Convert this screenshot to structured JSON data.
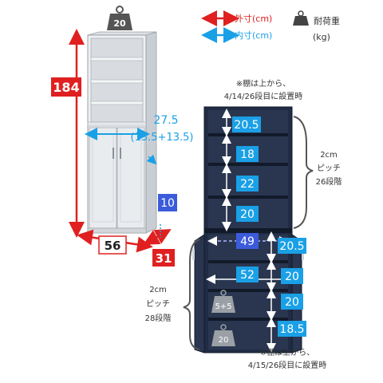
{
  "legend": {
    "outer_label": "外寸(cm)",
    "inner_label": "内寸(cm)",
    "load_label": "耐荷重",
    "load_unit": "(kg)",
    "outer_color": "#e02020",
    "inner_color": "#1aa0e6"
  },
  "white_cabinet": {
    "top_load": "20",
    "height": "184",
    "width": "56",
    "depth": "31",
    "door_inner": "27.5",
    "door_split": "(13.5+13.5)",
    "depth_inner": "10"
  },
  "dark_cabinet": {
    "top_note_line1": "※棚は上から、",
    "top_note_line2": "4/14/26段目に設置時",
    "upper_shelves": [
      "20.5",
      "18",
      "22",
      "20"
    ],
    "upper_pitch_line1": "2cm",
    "upper_pitch_line2": "ピッチ",
    "upper_pitch_line3": "26段階",
    "inner_width_upper": "49",
    "inner_width_lower": "52",
    "lower_shelves": [
      "20.5",
      "20",
      "20",
      "18.5"
    ],
    "lower_pitch_line1": "2cm",
    "lower_pitch_line2": "ピッチ",
    "lower_pitch_line3": "28段階",
    "shelf_load": "5+5",
    "bottom_load": "20",
    "bottom_note_line1": "※棚は上から、",
    "bottom_note_line2": "4/15/26段目に設置時"
  }
}
